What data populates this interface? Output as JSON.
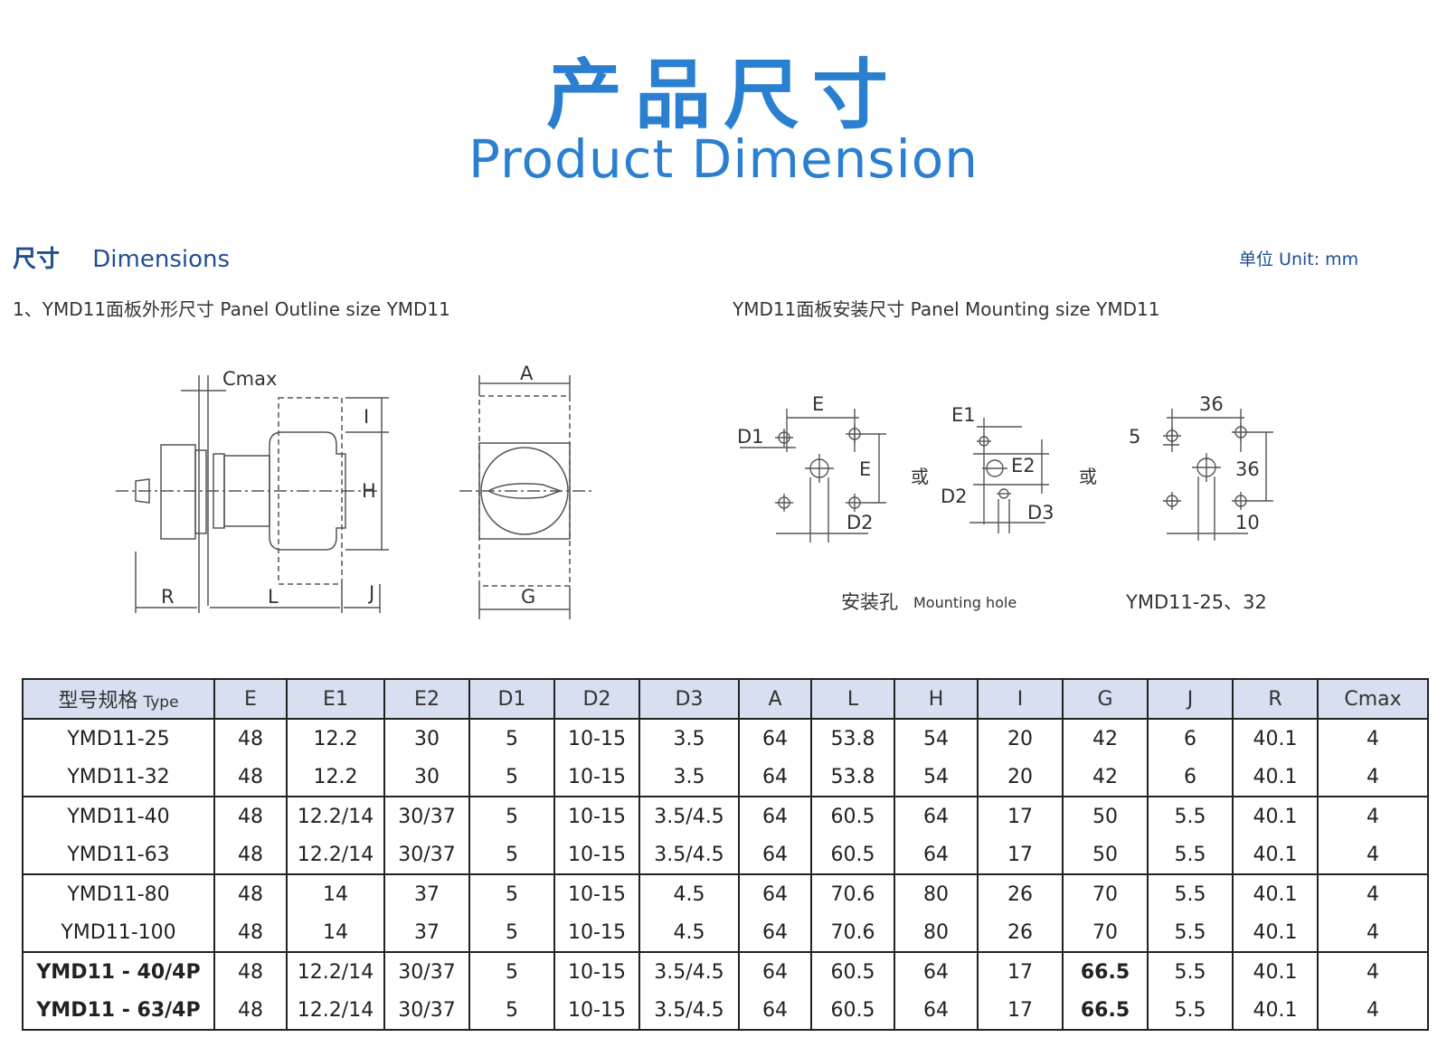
{
  "header": {
    "title_cn": "产品尺寸",
    "title_en": "Product Dimension"
  },
  "section": {
    "title_cn": "尺寸",
    "title_en": "Dimensions",
    "unit": "单位 Unit: mm",
    "subtitle_left": "1、YMD11面板外形尺寸 Panel Outline size YMD11",
    "subtitle_right": "YMD11面板安装尺寸 Panel Mounting size YMD11"
  },
  "drawing": {
    "outline_labels": {
      "cmax": "Cmax",
      "i": "I",
      "h": "H",
      "r": "R",
      "l": "L",
      "j": "J",
      "a": "A",
      "g": "G"
    },
    "mount1_labels": {
      "e_top": "E",
      "d1": "D1",
      "e_side": "E",
      "d2": "D2"
    },
    "or1": "或",
    "mount2_labels": {
      "e1": "E1",
      "e2": "E2",
      "d2": "D2",
      "d3": "D3"
    },
    "or2": "或",
    "mount3_labels": {
      "top": "36",
      "five": "5",
      "side": "36",
      "ten": "10"
    },
    "caption_mount_cn": "安装孔",
    "caption_mount_en": "Mounting hole",
    "caption_model": "YMD11-25、32"
  },
  "table": {
    "header_type_cn": "型号规格",
    "header_type_en": "Type",
    "columns": [
      "E",
      "E1",
      "E2",
      "D1",
      "D2",
      "D3",
      "A",
      "L",
      "H",
      "I",
      "G",
      "J",
      "R",
      "Cmax"
    ],
    "rows": [
      [
        "YMD11-25",
        "48",
        "12.2",
        "30",
        "5",
        "10-15",
        "3.5",
        "64",
        "53.8",
        "54",
        "20",
        "42",
        "6",
        "40.1",
        "4"
      ],
      [
        "YMD11-32",
        "48",
        "12.2",
        "30",
        "5",
        "10-15",
        "3.5",
        "64",
        "53.8",
        "54",
        "20",
        "42",
        "6",
        "40.1",
        "4"
      ],
      [
        "YMD11-40",
        "48",
        "12.2/14",
        "30/37",
        "5",
        "10-15",
        "3.5/4.5",
        "64",
        "60.5",
        "64",
        "17",
        "50",
        "5.5",
        "40.1",
        "4"
      ],
      [
        "YMD11-63",
        "48",
        "12.2/14",
        "30/37",
        "5",
        "10-15",
        "3.5/4.5",
        "64",
        "60.5",
        "64",
        "17",
        "50",
        "5.5",
        "40.1",
        "4"
      ],
      [
        "YMD11-80",
        "48",
        "14",
        "37",
        "5",
        "10-15",
        "4.5",
        "64",
        "70.6",
        "80",
        "26",
        "70",
        "5.5",
        "40.1",
        "4"
      ],
      [
        "YMD11-100",
        "48",
        "14",
        "37",
        "5",
        "10-15",
        "4.5",
        "64",
        "70.6",
        "80",
        "26",
        "70",
        "5.5",
        "40.1",
        "4"
      ],
      [
        "YMD11 - 40/4P",
        "48",
        "12.2/14",
        "30/37",
        "5",
        "10-15",
        "3.5/4.5",
        "64",
        "60.5",
        "64",
        "17",
        "66.5",
        "5.5",
        "40.1",
        "4"
      ],
      [
        "YMD11 - 63/4P",
        "48",
        "12.2/14",
        "30/37",
        "5",
        "10-15",
        "3.5/4.5",
        "64",
        "60.5",
        "64",
        "17",
        "66.5",
        "5.5",
        "40.1",
        "4"
      ]
    ]
  }
}
